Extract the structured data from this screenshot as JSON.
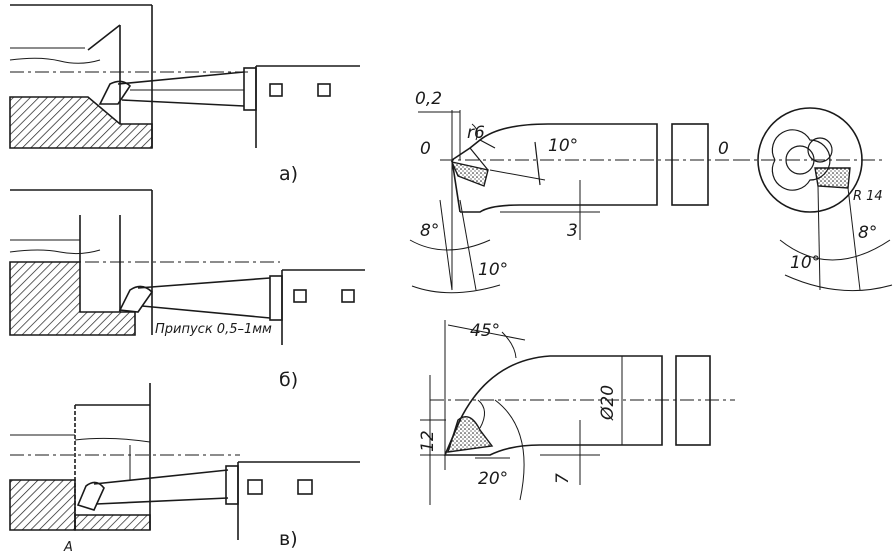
{
  "figures": {
    "a_label": "а)",
    "b_label": "б)",
    "v_label": "в)",
    "b_note": "Припуск 0,5–1мм",
    "v_mark": "А"
  },
  "tool1": {
    "dim_02": "0,2",
    "dim_r6": "r6",
    "dim_0_left": "0",
    "dim_10_top": "10°",
    "dim_0_right": "0",
    "dim_8_left": "8°",
    "dim_10_bottom": "10°",
    "dim_3": "3",
    "dim_r14": "R 14",
    "dim_8_right": "8°",
    "dim_10_right": "10°"
  },
  "tool2": {
    "dim_45": "45°",
    "dim_d20": "Ø20",
    "dim_12": "12",
    "dim_20": "20°",
    "dim_7": "7"
  },
  "colors": {
    "ink": "#1a1a1a",
    "paper": "#ffffff"
  }
}
